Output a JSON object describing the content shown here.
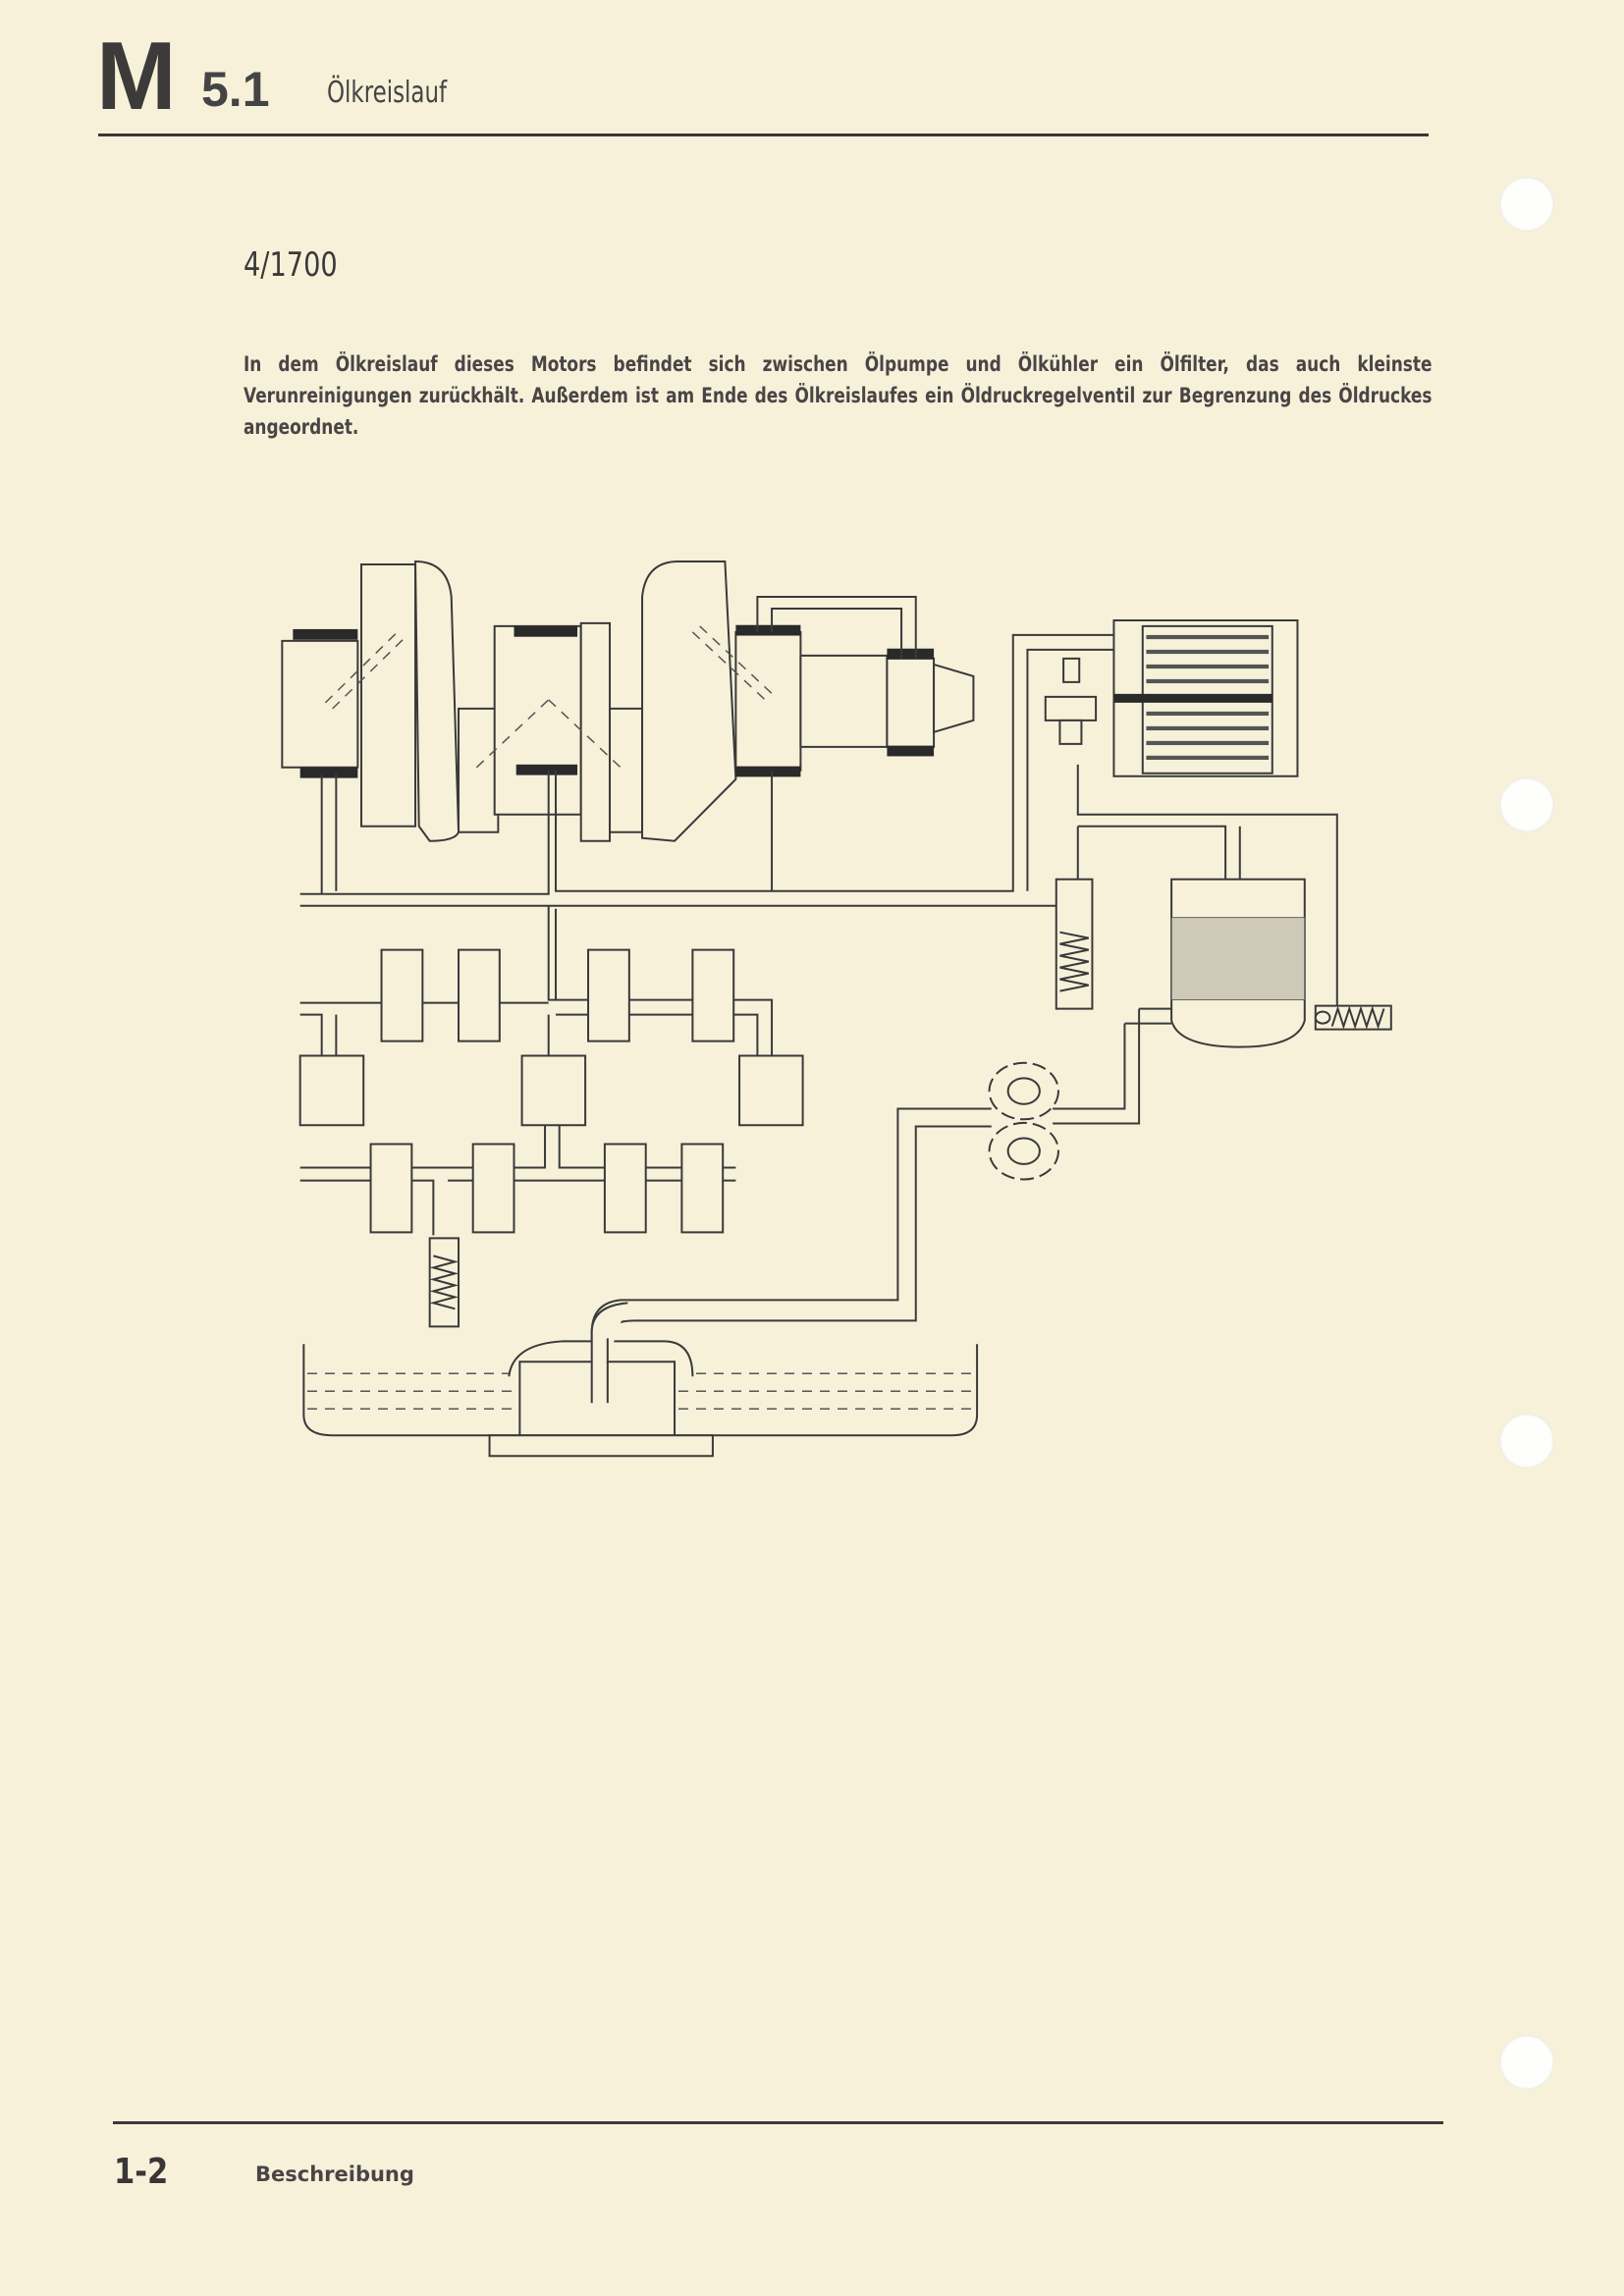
{
  "header": {
    "section_letter": "M",
    "section_number": "5.1",
    "title": "Ölkreislauf"
  },
  "engine_label": "4/1700",
  "paragraph": "In dem Ölkreislauf dieses Motors befindet sich zwischen Ölpumpe und Ölkühler ein Ölfilter, das auch kleinste Verunreinigungen zurückhält. Außerdem ist am Ende des Ölkreislaufes ein Öldruckregelventil zur Begrenzung des Öldruckes angeordnet.",
  "footer": {
    "page_number": "1-2",
    "label": "Beschreibung"
  },
  "colors": {
    "paper": "#f7f1da",
    "ink": "#3a3636"
  }
}
